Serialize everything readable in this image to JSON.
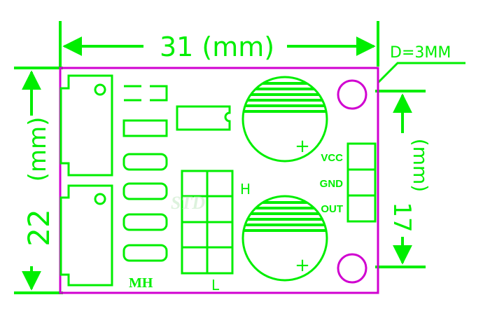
{
  "dimensions": {
    "width_label": "31 (mm)",
    "height_left_value": "22",
    "height_left_unit": "(mm)",
    "height_right_value": "17",
    "height_right_unit": "(mm)",
    "hole_label": "D=3MM"
  },
  "silkscreen": {
    "mh_label": "MH",
    "h_label": "H",
    "l_label": "L",
    "plus_top": "+",
    "plus_bottom": "+"
  },
  "pins": [
    {
      "label": "VCC"
    },
    {
      "label": "GND"
    },
    {
      "label": "OUT"
    }
  ],
  "watermark": "STD",
  "colors": {
    "silkscreen": "#00ee00",
    "board_outline": "#d000d0",
    "background": "#ffffff"
  }
}
